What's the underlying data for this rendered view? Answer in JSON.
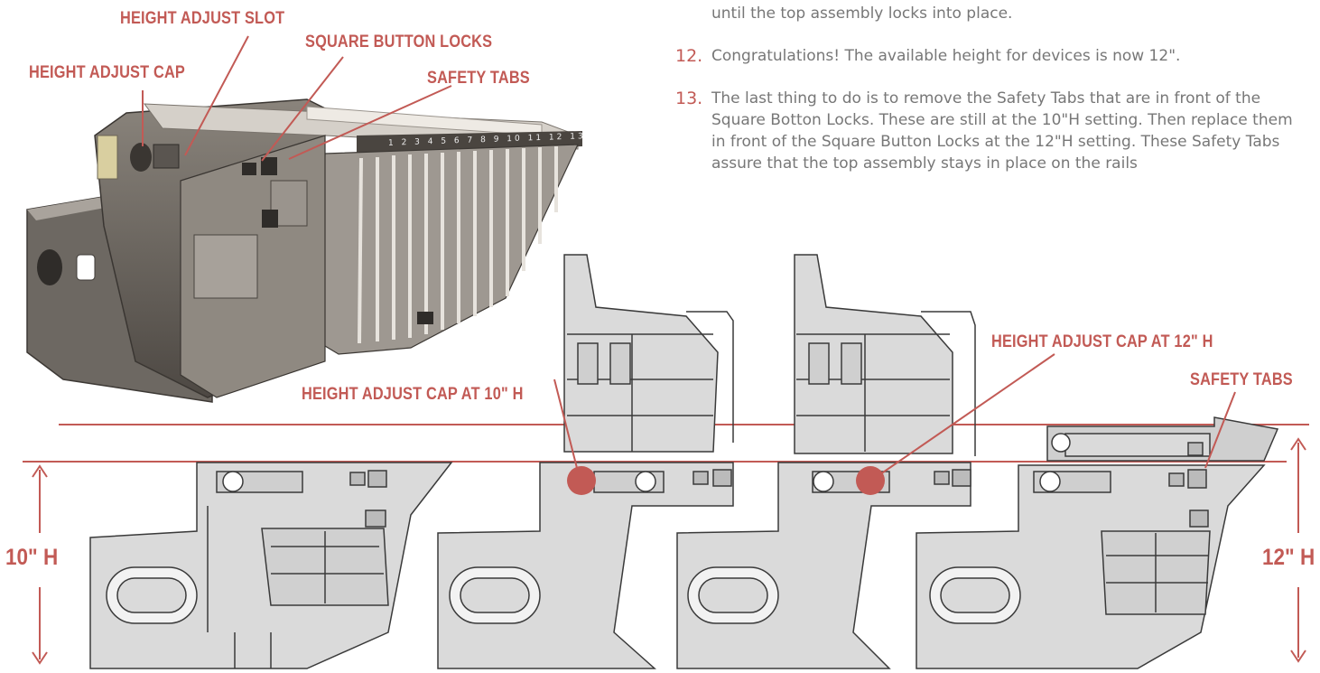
{
  "colors": {
    "accent": "#c25a55",
    "text": "#777777",
    "part_light": "#d9d9d9",
    "part_dark": "#5a5550",
    "line": "#333333"
  },
  "labels": {
    "height_adjust_slot": "HEIGHT ADJUST SLOT",
    "square_button_locks": "SQUARE BUTTON LOCKS",
    "height_adjust_cap": "HEIGHT ADJUST CAP",
    "safety_tabs_top": "SAFETY TABS",
    "cap_at_10": "HEIGHT ADJUST CAP AT 10\" H",
    "cap_at_12": "HEIGHT ADJUST CAP AT 12\" H",
    "safety_tabs_right": "SAFETY TABS",
    "dim_10": "10\" H",
    "dim_12": "12\" H"
  },
  "rack_numbers": "1 2 3 4 5 6 7 8 9 10 11 12 13",
  "instructions": {
    "step_11_tail": "until the top assembly locks into place.",
    "step_12": {
      "number": "12.",
      "text": "Congratulations!  The available height for devices is now 12\"."
    },
    "step_13": {
      "number": "13.",
      "text": "The last thing to do is to remove the Safety Tabs that are in front of the Square Botton Locks.  These are still at the 10\"H setting.  Then replace them in front of the Square Button Locks at the 12\"H setting.  These Safety Tabs assure that the top assembly stays in place on the rails"
    }
  }
}
